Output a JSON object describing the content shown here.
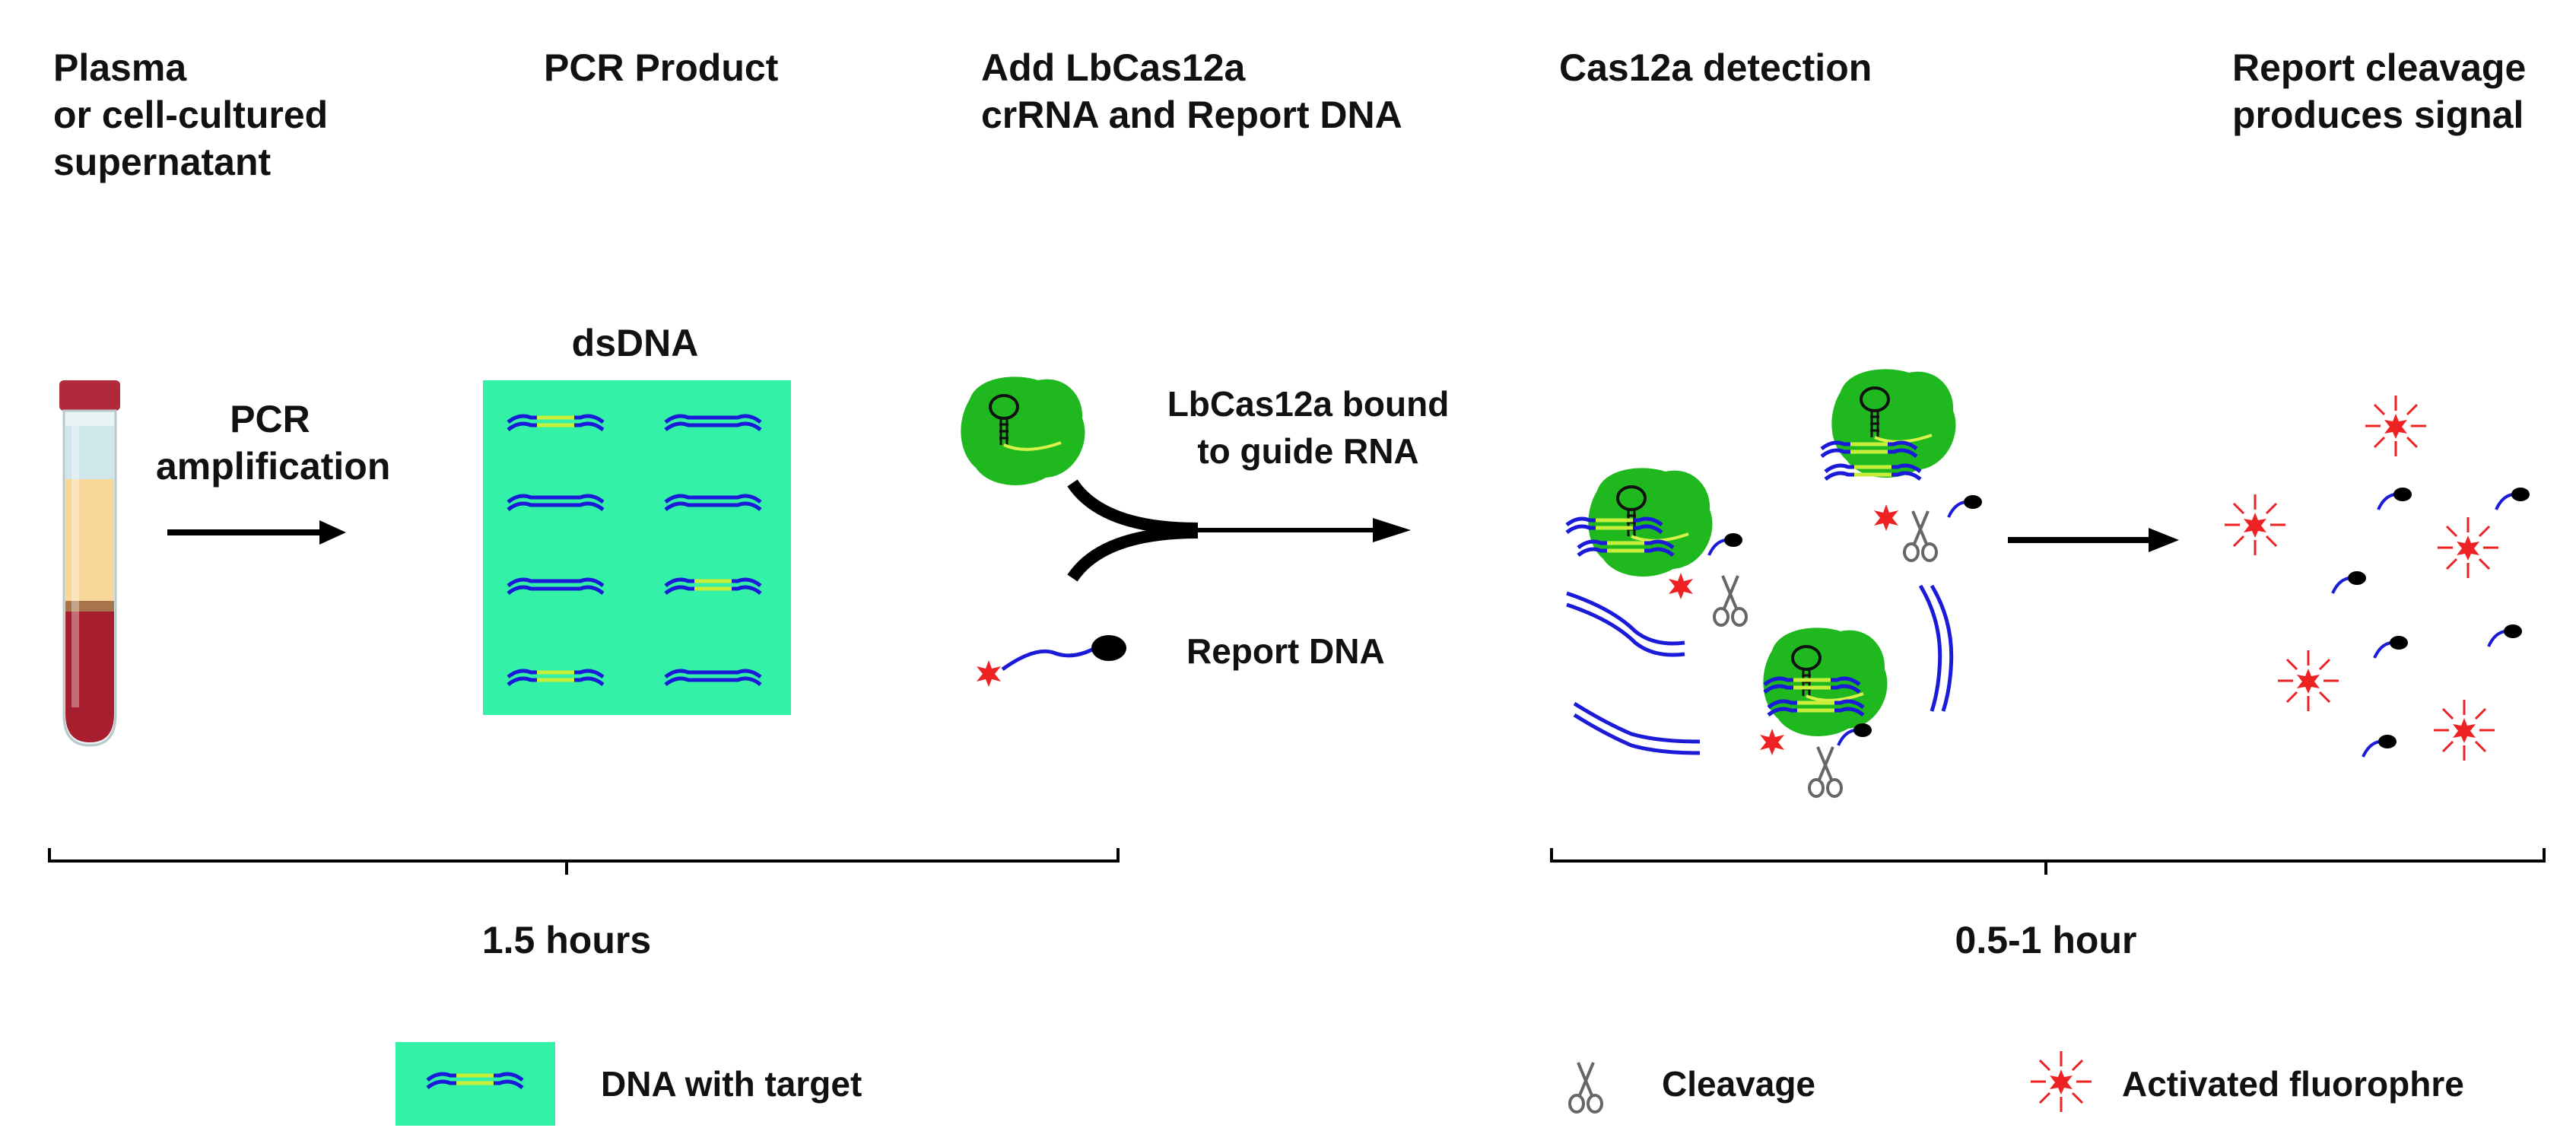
{
  "steps": {
    "sample": "Plasma\nor cell-cultured\nsupernatant",
    "pcr_product": "PCR Product",
    "add_reagents": "Add LbCas12a\ncrRNA and Report DNA",
    "detection": "Cas12a detection",
    "report_cleavage": "Report cleavage\nproduces signal"
  },
  "labels": {
    "pcr_amplification": "PCR\namplification",
    "dsdna": "dsDNA",
    "cas_bound": "LbCas12a bound\nto guide RNA",
    "report_dna": "Report DNA"
  },
  "timeline": {
    "phase1": "1.5 hours",
    "phase2": "0.5-1 hour"
  },
  "legend": {
    "dna_with_target": "DNA with target",
    "cleavage": "Cleavage",
    "activated_fluorophore": "Activated fluorophre"
  },
  "colors": {
    "dna_strand": "#1a1ad8",
    "target_segment": "#c8ee3a",
    "pcr_background": "#33f2a8",
    "cas_protein": "#1fb81f",
    "fluorophore": "#ee2222",
    "quencher": "#000000"
  }
}
